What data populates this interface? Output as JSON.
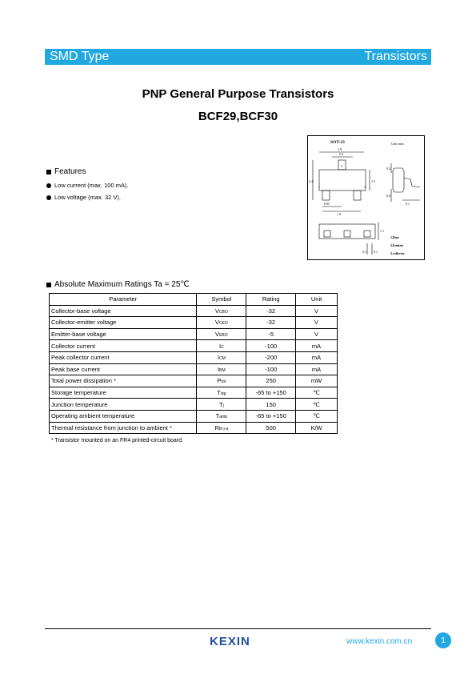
{
  "header": {
    "left": "SMD Type",
    "right": "Transistors"
  },
  "title": {
    "main": "PNP General Purpose Transistors",
    "parts": "BCF29,BCF30"
  },
  "features": {
    "heading": "Features",
    "items": [
      "Low current (max. 100 mA).",
      "Low voltage (max. 32 V)."
    ]
  },
  "package": {
    "name": "SOT-23",
    "units": "Unit: mm",
    "dims": {
      "top_width": "2.9",
      "top_inner": "0.4",
      "height": "2.4",
      "body": "1.3",
      "pad_a": "0.95",
      "pad_b": "1.9",
      "side_a": "0.4",
      "side_b": "0.6",
      "side_c": "0.1",
      "bottom_a": "0.1",
      "bottom_b": "0.1",
      "bottom_c": "1.1"
    },
    "pins": [
      "1",
      "2",
      "3"
    ],
    "pin_legend": [
      "1.Base",
      "2.Emitter",
      "3.collector"
    ]
  },
  "ratings": {
    "heading": "Absolute Maximum Ratings Ta = 25℃",
    "columns": [
      "Parameter",
      "Symbol",
      "Rating",
      "Unit"
    ],
    "rows": [
      {
        "param": "Collector-base voltage",
        "sym": "V",
        "sub": "CBO",
        "rating": "-32",
        "unit": "V"
      },
      {
        "param": "Collector-emitter voltage",
        "sym": "V",
        "sub": "CEO",
        "rating": "-32",
        "unit": "V"
      },
      {
        "param": "Emitter-base voltage",
        "sym": "V",
        "sub": "EBO",
        "rating": "-5",
        "unit": "V"
      },
      {
        "param": "Collector current",
        "sym": "I",
        "sub": "C",
        "rating": "-100",
        "unit": "mA"
      },
      {
        "param": "Peak collector current",
        "sym": "I",
        "sub": "CM",
        "rating": "-200",
        "unit": "mA"
      },
      {
        "param": "Peak base current",
        "sym": "I",
        "sub": "BM",
        "rating": "-100",
        "unit": "mA"
      },
      {
        "param": "Total power dissipation  *",
        "sym": "P",
        "sub": "tot",
        "rating": "250",
        "unit": "mW"
      },
      {
        "param": "Storage temperature",
        "sym": "T",
        "sub": "stg",
        "rating": "-65 to +150",
        "unit": "℃"
      },
      {
        "param": "Junction temperature",
        "sym": "T",
        "sub": "j",
        "rating": "150",
        "unit": "℃"
      },
      {
        "param": "Operating ambient temperature",
        "sym": "T",
        "sub": "amb",
        "rating": "-65 to +150",
        "unit": "℃"
      },
      {
        "param": "Thermal resistance from junction to ambient  *",
        "sym": "R",
        "sub": "th j-a",
        "rating": "500",
        "unit": "K/W"
      }
    ],
    "footnote": "* Transistor mounted on an FR4 printed-circuit board."
  },
  "footer": {
    "logo": "KEXIN",
    "website": "www.kexin.com.cn",
    "page": "1"
  },
  "colors": {
    "accent": "#22a8e0",
    "logo": "#1f4f9e"
  }
}
